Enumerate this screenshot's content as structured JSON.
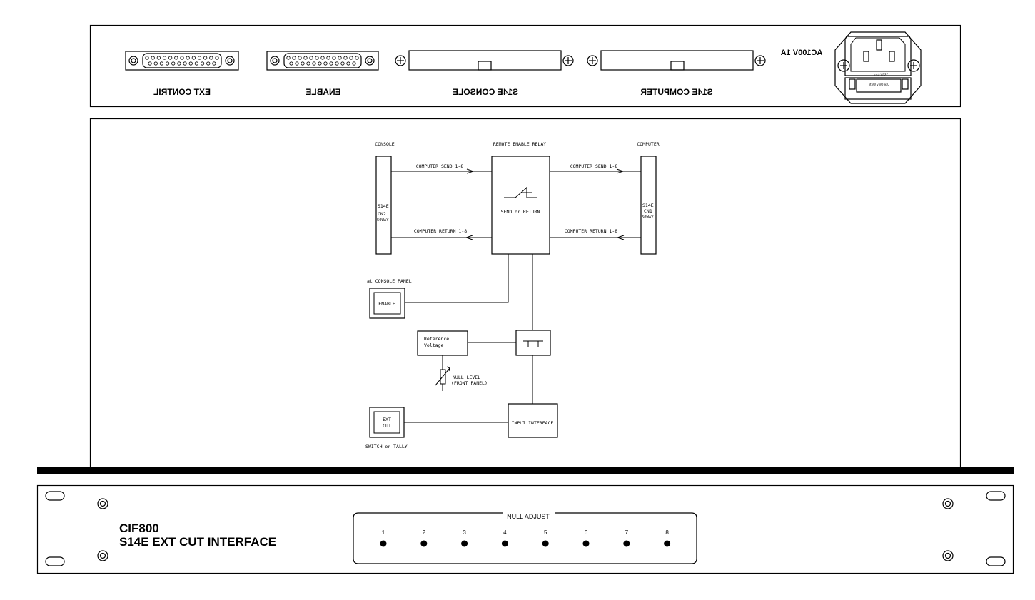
{
  "rear_panel": {
    "connectors": {
      "ext_control": "EXT CONTRIL",
      "enable": "ENABLE",
      "console": "S14E CONSOLE",
      "computer": "S14E COMPUTER"
    },
    "power_rating": "AC100V 1A",
    "fuse_text": "Use Only With",
    "fuse_rating": "250V fuse"
  },
  "diagram": {
    "console_title": "CONSOLE",
    "relay_title": "REMOTE ENABLE RELAY",
    "computer_title": "COMPUTER",
    "console_block": [
      "S14E",
      "CN2",
      "50WAY"
    ],
    "computer_block": [
      "S14E",
      "CN1",
      "50WAY"
    ],
    "send_label_left": "COMPUTER SEND 1-8",
    "send_label_right": "COMPUTER SEND 1-8",
    "return_label_left": "COMPUTER RETURN 1-8",
    "return_label_right": "COMPUTER RETURN 1-8",
    "relay_label": "SEND or RETURN",
    "panel_caption": "at CONSOLE PANEL",
    "enable_button": "ENABLE",
    "reference_voltage": [
      "Reference",
      "Voltage"
    ],
    "null_level": [
      "NULL LEVEL",
      "(FRONT PANEL)"
    ],
    "ext_cut": [
      "EXT",
      "CUT"
    ],
    "input_interface": "INPUT INTERFACE",
    "switch_caption": "SWITCH or TALLY"
  },
  "front_panel": {
    "model": "CIF800",
    "description": "S14E EXT CUT INTERFACE",
    "null_adjust_title": "NULL ADJUST",
    "null_channels": [
      "1",
      "2",
      "3",
      "4",
      "5",
      "6",
      "7",
      "8"
    ]
  }
}
